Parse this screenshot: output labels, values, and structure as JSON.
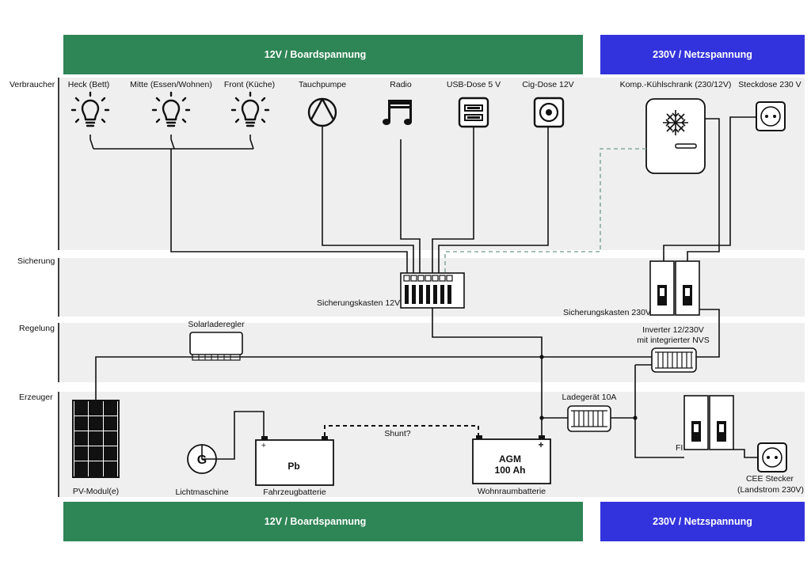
{
  "bands": {
    "top_12v": "12V / Boardspannung",
    "top_230v": "230V / Netzspannung",
    "bottom_12v": "12V / Boardspannung",
    "bottom_230v": "230V / Netzspannung",
    "color_12v": "#2e8555",
    "color_230v": "#3333dd"
  },
  "rows": {
    "verbraucher": "Verbraucher",
    "sicherung": "Sicherung",
    "regelung": "Regelung",
    "erzeuger": "Erzeuger"
  },
  "consumers": {
    "heck": "Heck (Bett)",
    "mitte": "Mitte (Essen/Wohnen)",
    "front": "Front (Küche)",
    "tauchpumpe": "Tauchpumpe",
    "radio": "Radio",
    "usb": "USB-Dose 5 V",
    "cig": "Cig-Dose 12V",
    "kuehlschrank": "Komp.-Kühlschrank (230/12V)",
    "steckdose": "Steckdose 230 V"
  },
  "components": {
    "sicherungskasten12": "Sicherungskasten 12V",
    "sicherungskasten230": "Sicherungskasten 230V",
    "solarladeregler": "Solarladeregler",
    "inverter_line1": "Inverter 12/230V",
    "inverter_line2": "mit integrierter NVS",
    "ladegeraet": "Ladegerät 10A",
    "fi": "FI",
    "pv": "PV-Modul(e)",
    "lichtmaschine": "Lichtmaschine",
    "generator_symbol": "G",
    "pb": "Pb",
    "fahrzeugbatterie": "Fahrzeugbatterie",
    "shunt": "Shunt?",
    "agm_line1": "AGM",
    "agm_line2": "100 Ah",
    "wohnraumbatterie": "Wohnraumbatterie",
    "cee_line1": "CEE Stecker",
    "cee_line2": "(Landstrom 230V)",
    "plus": "+"
  },
  "icons": {
    "lamp": "lightbulb-icon",
    "pump": "pump-icon",
    "radio": "music-note-icon",
    "usb": "usb-socket-icon",
    "cig": "cigarette-socket-icon",
    "fridge": "snowflake-icon",
    "socket": "power-socket-icon"
  },
  "colors": {
    "row_bg": "#efefef",
    "dashed_line": "#88aaa0"
  }
}
